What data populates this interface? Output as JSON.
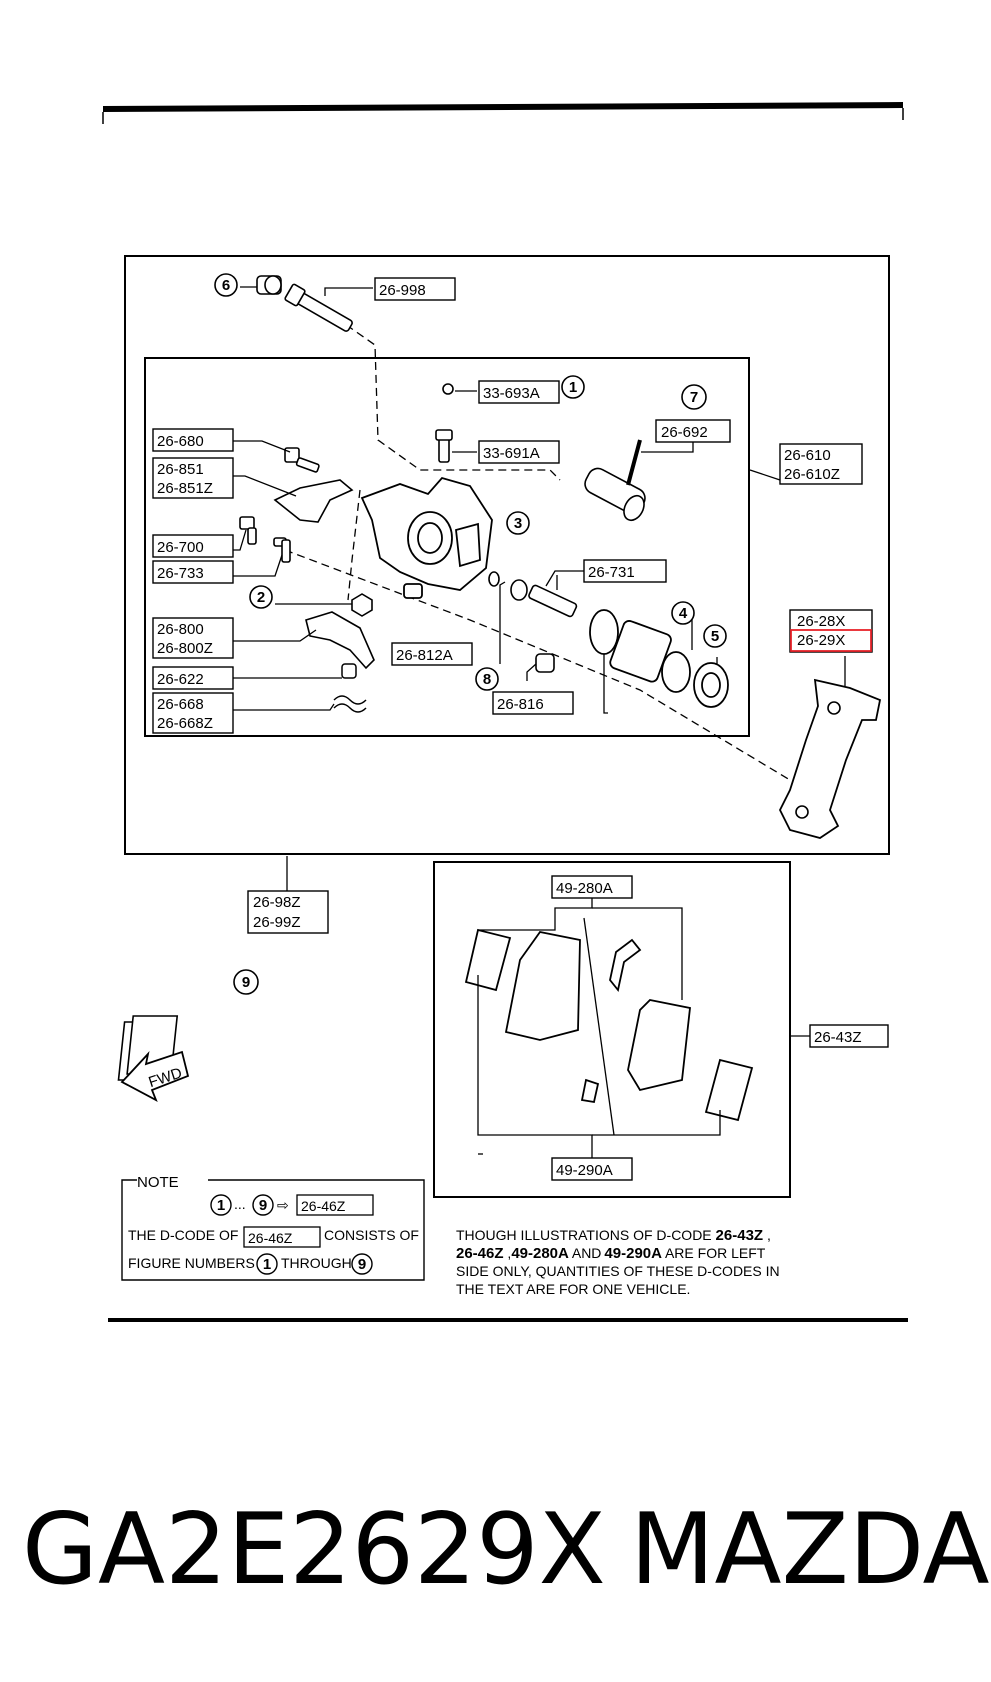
{
  "labels": {
    "l26998": "26-998",
    "l33693A": "33-693A",
    "l33691A": "33-691A",
    "l26692": "26-692",
    "l26680": "26-680",
    "l26851": "26-851",
    "l26851Z": "26-851Z",
    "l26700": "26-700",
    "l26733": "26-733",
    "l26731": "26-731",
    "l26800": "26-800",
    "l26800Z": "26-800Z",
    "l26812A": "26-812A",
    "l26622": "26-622",
    "l26668": "26-668",
    "l26668Z": "26-668Z",
    "l26816": "26-816",
    "l26610": "26-610",
    "l26610Z": "26-610Z",
    "l2628X": "26-28X",
    "l2629X": "26-29X",
    "l2698Z": "26-98Z",
    "l2699Z": "26-99Z",
    "l49280A": "49-280A",
    "l49290A": "49-290A",
    "l2643Z": "26-43Z"
  },
  "circled": {
    "c1": "1",
    "c2": "2",
    "c3": "3",
    "c4": "4",
    "c5": "5",
    "c6": "6",
    "c7": "7",
    "c8": "8",
    "c9": "9"
  },
  "highlight_color": "#e8232a",
  "fwd_label": "FWD",
  "note": {
    "heading": "NOTE",
    "range_dots": "...",
    "arrow": "⇨",
    "code": "26-46Z",
    "line2_a": "THE D-CODE OF",
    "line2_b": "CONSISTS OF",
    "line3_a": "FIGURE NUMBERS",
    "line3_b": "THROUGH"
  },
  "disclaimer": {
    "l1_a": "THOUGH ILLUSTRATIONS OF D-CODE ",
    "l1_b": "26-43Z",
    "l1_c": " ,",
    "l2_a": "26-46Z",
    "l2_b": " ,",
    "l2_c": "49-280A",
    "l2_d": "AND",
    "l2_e": "49-290A",
    "l2_f": "ARE FOR LEFT",
    "l3": "SIDE ONLY, QUANTITIES OF THESE D-CODES IN",
    "l4": "THE TEXT ARE FOR ONE VEHICLE."
  },
  "caption": {
    "part_number": "GA2E2629X",
    "brand": "MAZDA"
  }
}
